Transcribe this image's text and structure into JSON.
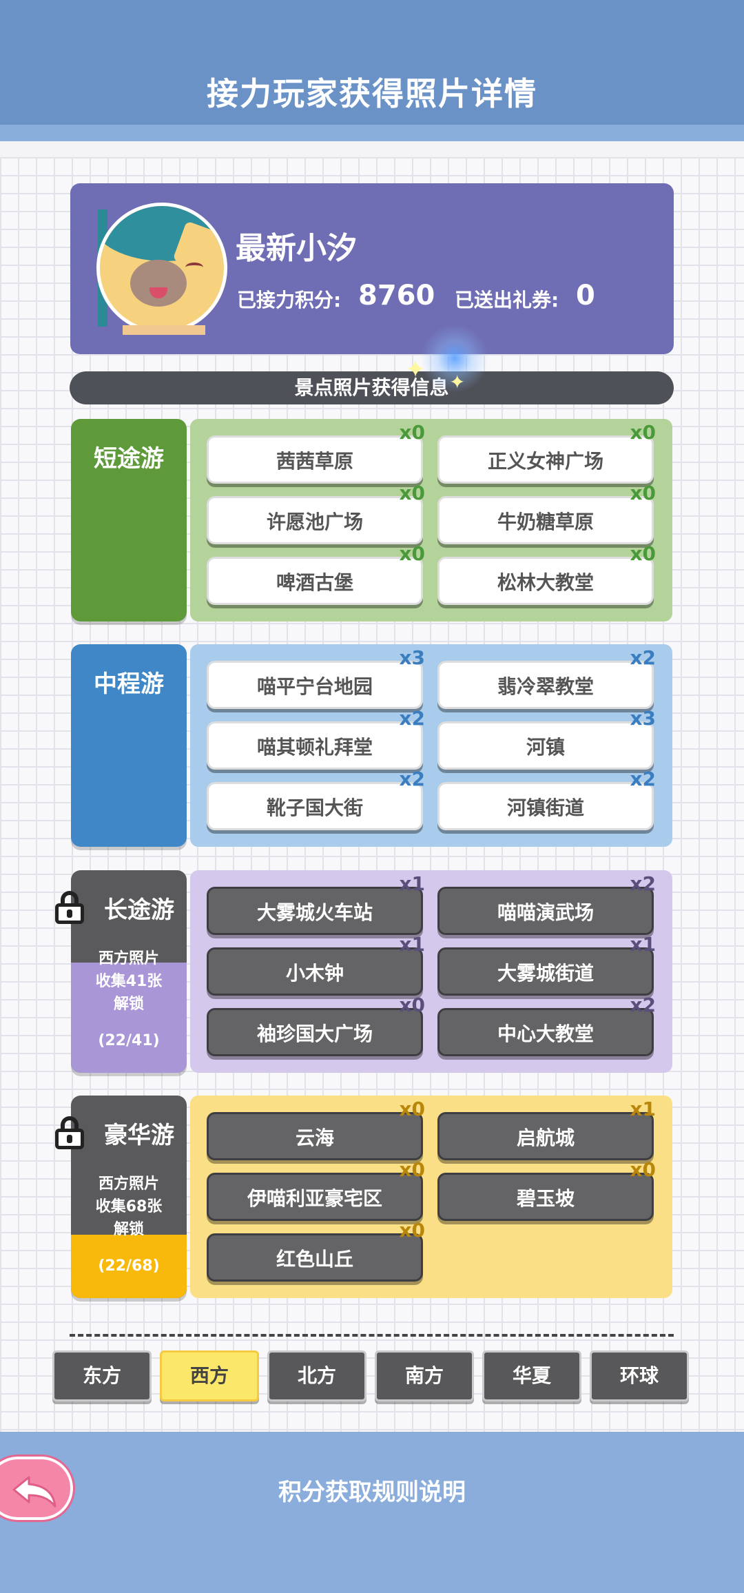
{
  "header": {
    "title": "接力玩家获得照片详情"
  },
  "profile": {
    "name": "最新小汐",
    "points_label": "已接力积分:",
    "points_value": "8760",
    "coupons_label": "已送出礼券:",
    "coupons_value": "0",
    "avatar_icon": "cat-avatar-icon"
  },
  "section_title": "景点照片获得信息",
  "categories": [
    {
      "title": "短途游",
      "color": "#5e9a3a",
      "panel_color": "#b3d39a",
      "locked": false,
      "spots": [
        {
          "name": "茜茜草原",
          "count": "x0"
        },
        {
          "name": "正义女神广场",
          "count": "x0"
        },
        {
          "name": "许愿池广场",
          "count": "x0"
        },
        {
          "name": "牛奶糖草原",
          "count": "x0"
        },
        {
          "name": "啤酒古堡",
          "count": "x0"
        },
        {
          "name": "松林大教堂",
          "count": "x0"
        }
      ]
    },
    {
      "title": "中程游",
      "color": "#3f87c7",
      "panel_color": "#a9cbec",
      "locked": false,
      "spots": [
        {
          "name": "喵平宁台地园",
          "count": "x3"
        },
        {
          "name": "翡冷翠教堂",
          "count": "x2"
        },
        {
          "name": "喵其顿礼拜堂",
          "count": "x2"
        },
        {
          "name": "河镇",
          "count": "x3"
        },
        {
          "name": "靴子国大街",
          "count": "x2"
        },
        {
          "name": "河镇街道",
          "count": "x2"
        }
      ]
    },
    {
      "title": "长途游",
      "color": "#5a5a5d",
      "fill_color": "#a996d6",
      "panel_color": "#d4c8ec",
      "locked": true,
      "unlock_text": "西方照片\n收集41张\n解锁",
      "progress": "(22/41)",
      "spots": [
        {
          "name": "大雾城火车站",
          "count": "x1"
        },
        {
          "name": "喵喵演武场",
          "count": "x2"
        },
        {
          "name": "小木钟",
          "count": "x1"
        },
        {
          "name": "大雾城街道",
          "count": "x1"
        },
        {
          "name": "袖珍国大广场",
          "count": "x0"
        },
        {
          "name": "中心大教堂",
          "count": "x2"
        }
      ]
    },
    {
      "title": "豪华游",
      "color": "#5a5a5d",
      "fill_color": "#f8b90b",
      "panel_color": "#fbdf86",
      "locked": true,
      "unlock_text": "西方照片\n收集68张\n解锁",
      "progress": "(22/68)",
      "spots": [
        {
          "name": "云海",
          "count": "x0"
        },
        {
          "name": "启航城",
          "count": "x1"
        },
        {
          "name": "伊喵利亚豪宅区",
          "count": "x0"
        },
        {
          "name": "碧玉坡",
          "count": "x0"
        },
        {
          "name": "红色山丘",
          "count": "x0"
        }
      ]
    }
  ],
  "region_tabs": [
    {
      "label": "东方",
      "active": false
    },
    {
      "label": "西方",
      "active": true
    },
    {
      "label": "北方",
      "active": false
    },
    {
      "label": "南方",
      "active": false
    },
    {
      "label": "华夏",
      "active": false
    },
    {
      "label": "环球",
      "active": false
    }
  ],
  "footer": {
    "rules_label": "积分获取规则说明",
    "back_icon": "back-arrow-icon"
  }
}
